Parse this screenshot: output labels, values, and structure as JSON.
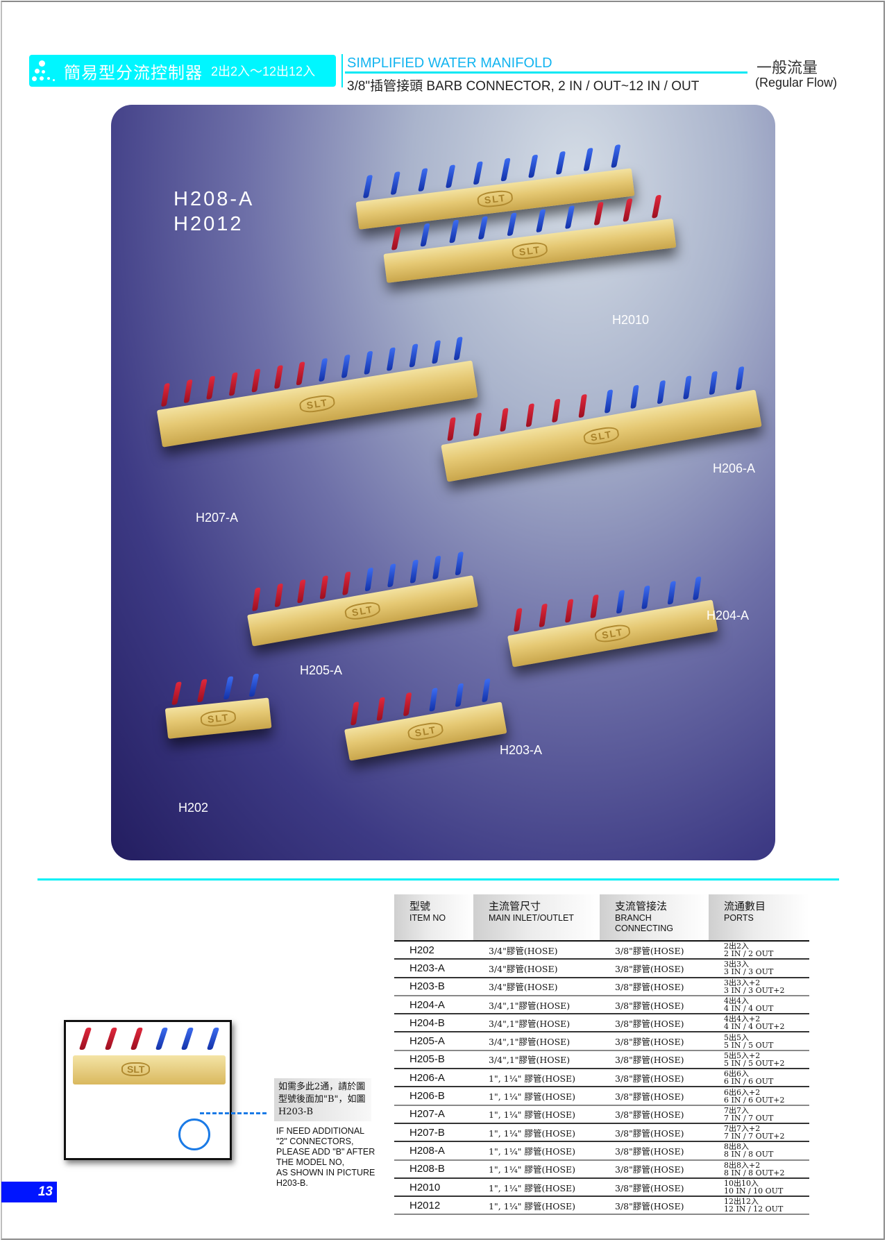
{
  "header": {
    "title_zh": "簡易型分流控制器",
    "title_range": "2出2入～12出12入",
    "subtitle_en": "SIMPLIFIED WATER MANIFOLD",
    "subtitle_detail": "3/8\"插管接頭  BARB CONNECTOR,  2 IN / OUT~12 IN / OUT",
    "flow_zh": "一般流量",
    "flow_en": "(Regular Flow)",
    "accent_color": "#00f6ff"
  },
  "photo": {
    "label_main_1": "H208-A",
    "label_main_2": "H2012",
    "labels": {
      "h2010": "H2010",
      "h206a": "H206-A",
      "h207a": "H207-A",
      "h205a": "H205-A",
      "h204a": "H204-A",
      "h203a": "H203-A",
      "h202": "H202"
    },
    "logo_text": "SLT"
  },
  "note": {
    "zh": "如需多此2通，請於圖型號後面加\"B\"，如圖H203-B",
    "en_lines": [
      "IF NEED ADDITIONAL",
      "\"2\" CONNECTORS,",
      "PLEASE ADD \"B\" AFTER",
      "THE MODEL NO,",
      "AS SHOWN IN PICTURE",
      "H203-B."
    ]
  },
  "page_number": "13",
  "table": {
    "headers": [
      {
        "zh": "型號",
        "en": "ITEM NO",
        "en2": ""
      },
      {
        "zh": "主流管尺寸",
        "en": "MAIN INLET/OUTLET",
        "en2": ""
      },
      {
        "zh": "支流管接法",
        "en": "BRANCH",
        "en2": "CONNECTING"
      },
      {
        "zh": "流通數目",
        "en": "PORTS",
        "en2": ""
      }
    ],
    "rows": [
      {
        "item": "H202",
        "main": "3/4\"膠管(HOSE)",
        "branch": "3/8\"膠管(HOSE)",
        "ports_zh": "2出2入",
        "ports_en": "2 IN / 2 OUT"
      },
      {
        "item": "H203-A",
        "main": "3/4\"膠管(HOSE)",
        "branch": "3/8\"膠管(HOSE)",
        "ports_zh": "3出3入",
        "ports_en": "3 IN / 3 OUT"
      },
      {
        "item": "H203-B",
        "main": "3/4\"膠管(HOSE)",
        "branch": "3/8\"膠管(HOSE)",
        "ports_zh": "3出3入+2",
        "ports_en": "3 IN / 3 OUT+2"
      },
      {
        "item": "H204-A",
        "main": "3/4\",1\"膠管(HOSE)",
        "branch": "3/8\"膠管(HOSE)",
        "ports_zh": "4出4入",
        "ports_en": "4 IN / 4 OUT"
      },
      {
        "item": "H204-B",
        "main": "3/4\",1\"膠管(HOSE)",
        "branch": "3/8\"膠管(HOSE)",
        "ports_zh": "4出4入+2",
        "ports_en": "4 IN / 4 OUT+2"
      },
      {
        "item": "H205-A",
        "main": "3/4\",1\"膠管(HOSE)",
        "branch": "3/8\"膠管(HOSE)",
        "ports_zh": "5出5入",
        "ports_en": "5 IN / 5 OUT"
      },
      {
        "item": "H205-B",
        "main": "3/4\",1\"膠管(HOSE)",
        "branch": "3/8\"膠管(HOSE)",
        "ports_zh": "5出5入+2",
        "ports_en": "5 IN / 5 OUT+2"
      },
      {
        "item": "H206-A",
        "main": "1\", 1¼\" 膠管(HOSE)",
        "branch": "3/8\"膠管(HOSE)",
        "ports_zh": "6出6入",
        "ports_en": "6 IN / 6 OUT"
      },
      {
        "item": "H206-B",
        "main": "1\", 1¼\" 膠管(HOSE)",
        "branch": "3/8\"膠管(HOSE)",
        "ports_zh": "6出6入+2",
        "ports_en": "6 IN / 6 OUT+2"
      },
      {
        "item": "H207-A",
        "main": "1\", 1¼\" 膠管(HOSE)",
        "branch": "3/8\"膠管(HOSE)",
        "ports_zh": "7出7入",
        "ports_en": "7 IN / 7 OUT"
      },
      {
        "item": "H207-B",
        "main": "1\", 1¼\" 膠管(HOSE)",
        "branch": "3/8\"膠管(HOSE)",
        "ports_zh": "7出7入+2",
        "ports_en": "7 IN / 7 OUT+2"
      },
      {
        "item": "H208-A",
        "main": "1\", 1¼\" 膠管(HOSE)",
        "branch": "3/8\"膠管(HOSE)",
        "ports_zh": "8出8入",
        "ports_en": "8 IN / 8 OUT"
      },
      {
        "item": "H208-B",
        "main": "1\", 1¼\" 膠管(HOSE)",
        "branch": "3/8\"膠管(HOSE)",
        "ports_zh": "8出8入+2",
        "ports_en": "8 IN / 8 OUT+2"
      },
      {
        "item": "H2010",
        "main": "1\", 1¼\" 膠管(HOSE)",
        "branch": "3/8\"膠管(HOSE)",
        "ports_zh": "10出10入",
        "ports_en": "10 IN / 10 OUT"
      },
      {
        "item": "H2012",
        "main": "1\", 1¼\" 膠管(HOSE)",
        "branch": "3/8\"膠管(HOSE)",
        "ports_zh": "12出12入",
        "ports_en": "12 IN / 12 OUT"
      }
    ]
  }
}
